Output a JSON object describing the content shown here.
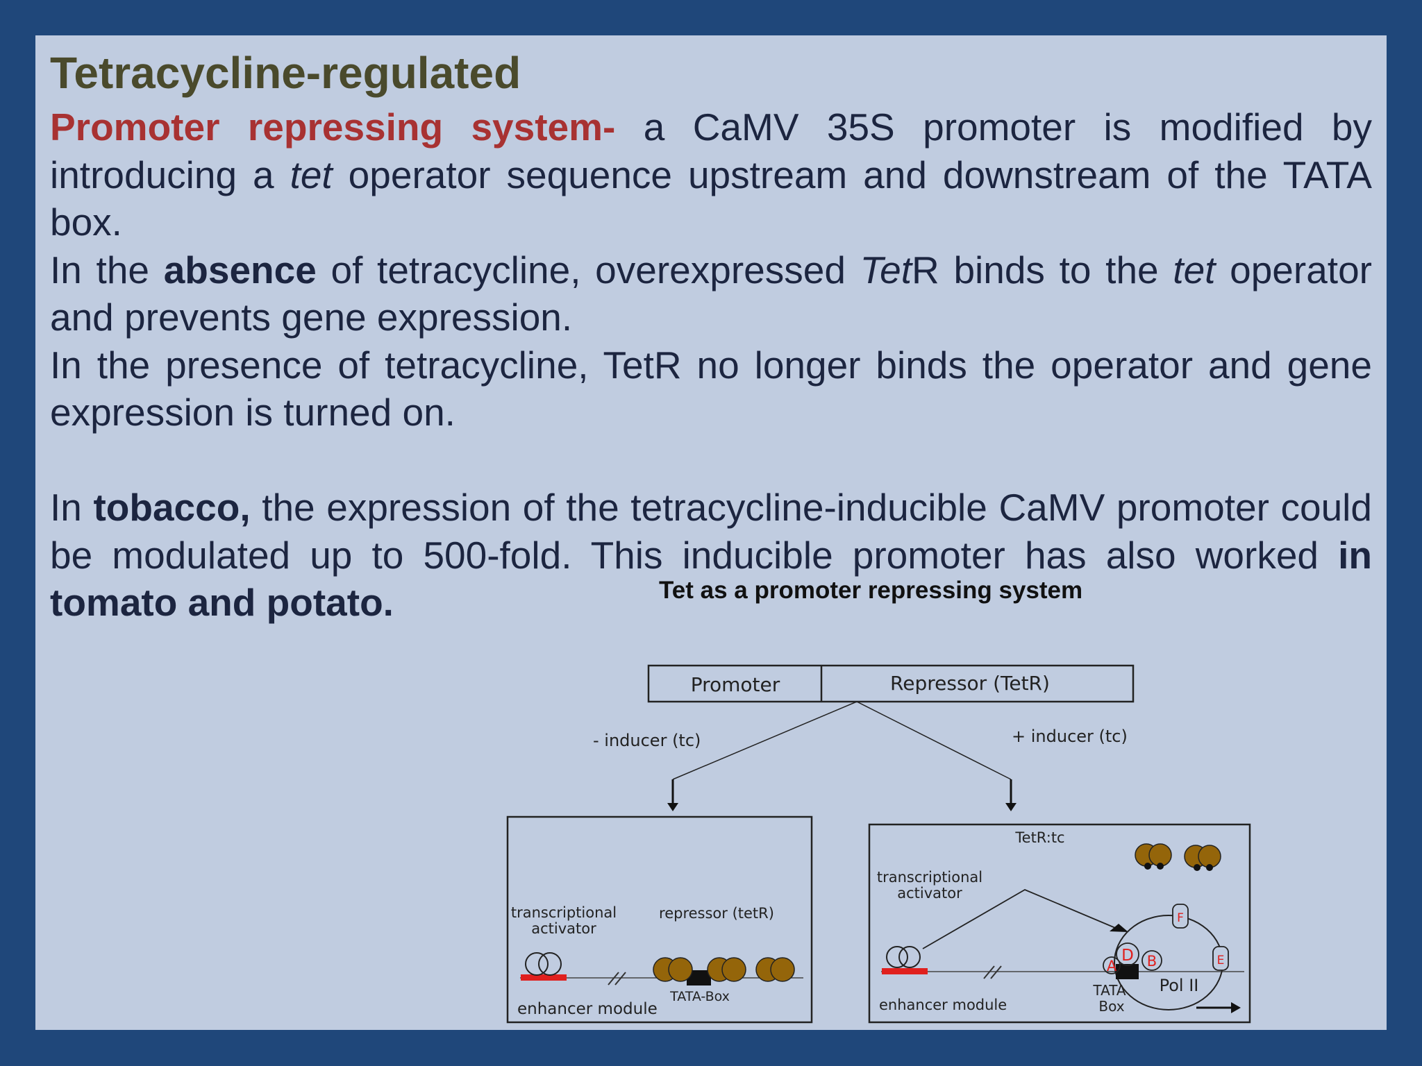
{
  "title": "Tetracycline-regulated",
  "p1": {
    "lead": "Promoter repressing system-",
    "text1": " a CaMV 35S promoter is modified by introducing a ",
    "tet": "tet",
    "text2": " operator sequence upstream and downstream of the TATA box."
  },
  "p2": {
    "t1": "In the ",
    "bold": "absence",
    "t2": " of tetracycline, overexpressed ",
    "tet_italic": "Tet",
    "t3": "R binds to the ",
    "tet2": "tet",
    "t4": " operator and prevents gene expression."
  },
  "p3": "In the presence of tetracycline, TetR no longer binds the operator and gene expression is turned on.",
  "p4": {
    "t1": "In ",
    "bold1": "tobacco,",
    "t2": " the expression of the tetracycline-inducible CaMV promoter could be modulated up to 500-fold. This inducible promoter has also worked ",
    "bold2": "in tomato and potato."
  },
  "figure": {
    "title": "Tet as a promoter repressing system",
    "promoter": "Promoter",
    "repressor": "Repressor (TetR)",
    "minus_inducer": "- inducer (tc)",
    "plus_inducer": "+ inducer (tc)",
    "left_box": {
      "activator_line1": "transcriptional",
      "activator_line2": "activator",
      "repressor": "repressor (tetR)",
      "tata": "TATA-Box",
      "enhancer": "enhancer module"
    },
    "right_box": {
      "tetr_tc": "TetR:tc",
      "activator_line1": "transcriptional",
      "activator_line2": "activator",
      "tata_line1": "TATA",
      "tata_line2": "Box",
      "enhancer": "enhancer module",
      "pol": "Pol II",
      "factors": [
        "A",
        "D",
        "B",
        "F",
        "E"
      ]
    },
    "colors": {
      "tetr_ball": "#94650a",
      "enhancer_bar": "#e0201e",
      "factor_text": "#e0201e"
    }
  }
}
